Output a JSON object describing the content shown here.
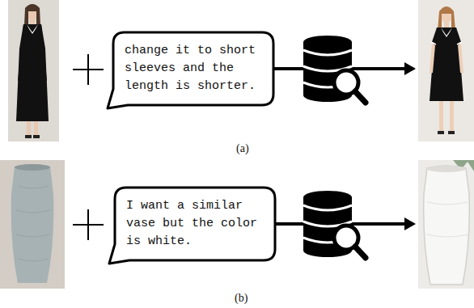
{
  "diagram": {
    "nodes": [
      {
        "text": [
          "change it to short sleeves and the length is shorter."
        ]
      },
      {
        "text": [
          "I want a similar vase but the color is white."
        ]
      }
    ],
    "labels": [
      "(a)",
      "(b)"
    ]
  }
}
